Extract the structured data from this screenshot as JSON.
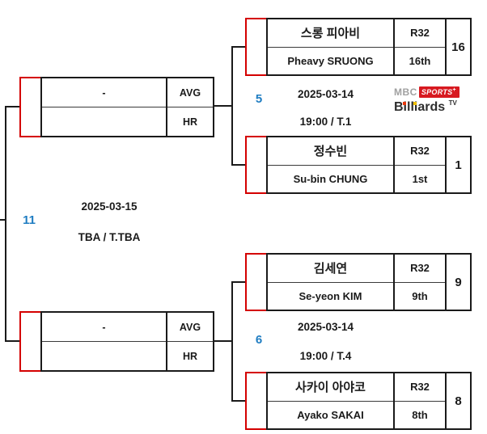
{
  "colors": {
    "line_black": "#1a1a1a",
    "line_red": "#d40000",
    "accent_blue": "#1f7dc2",
    "logo_red": "#d71920",
    "logo_gray": "#a0a0a0",
    "dot_red": "#e8380d",
    "dot_yellow": "#f0c000"
  },
  "r16_slots": {
    "match_no": "11",
    "date": "2025-03-15",
    "time": "TBA /  T.TBA",
    "upper": {
      "name": "-",
      "stat_top": "AVG",
      "stat_bottom": "HR"
    },
    "lower": {
      "name": "-",
      "stat_top": "AVG",
      "stat_bottom": "HR"
    }
  },
  "matches": [
    {
      "match_no": "5",
      "date": "2025-03-14",
      "time": "19:00 /  T.1",
      "player_top": {
        "name_kr": "스롱 피아비",
        "name_en": "Pheavy SRUONG",
        "round": "R32",
        "rank": "16th",
        "seed": "16"
      },
      "player_bottom": {
        "name_kr": "정수빈",
        "name_en": "Su-bin CHUNG",
        "round": "R32",
        "rank": "1st",
        "seed": "1"
      }
    },
    {
      "match_no": "6",
      "date": "2025-03-14",
      "time": "19:00 /  T.4",
      "player_top": {
        "name_kr": "김세연",
        "name_en": "Se-yeon KIM",
        "round": "R32",
        "rank": "9th",
        "seed": "9"
      },
      "player_bottom": {
        "name_kr": "사카이 아야코",
        "name_en": "Ayako SAKAI",
        "round": "R32",
        "rank": "8th",
        "seed": "8"
      }
    }
  ],
  "broadcaster": {
    "mbc": "MBC",
    "sports": "SPORTS",
    "plus": "+",
    "billiards": "Billiards",
    "tv": "TV"
  }
}
